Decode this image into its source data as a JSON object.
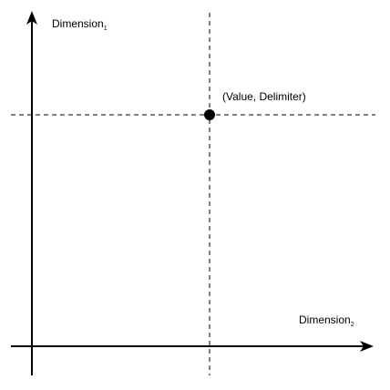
{
  "diagram": {
    "y_axis": {
      "label_base": "Dimension",
      "label_subscript": "1"
    },
    "x_axis": {
      "label_base": "Dimension",
      "label_subscript": "2"
    },
    "point": {
      "label": "(Value, Delimiter)"
    }
  },
  "colors": {
    "line": "#000000",
    "background": "#ffffff"
  }
}
